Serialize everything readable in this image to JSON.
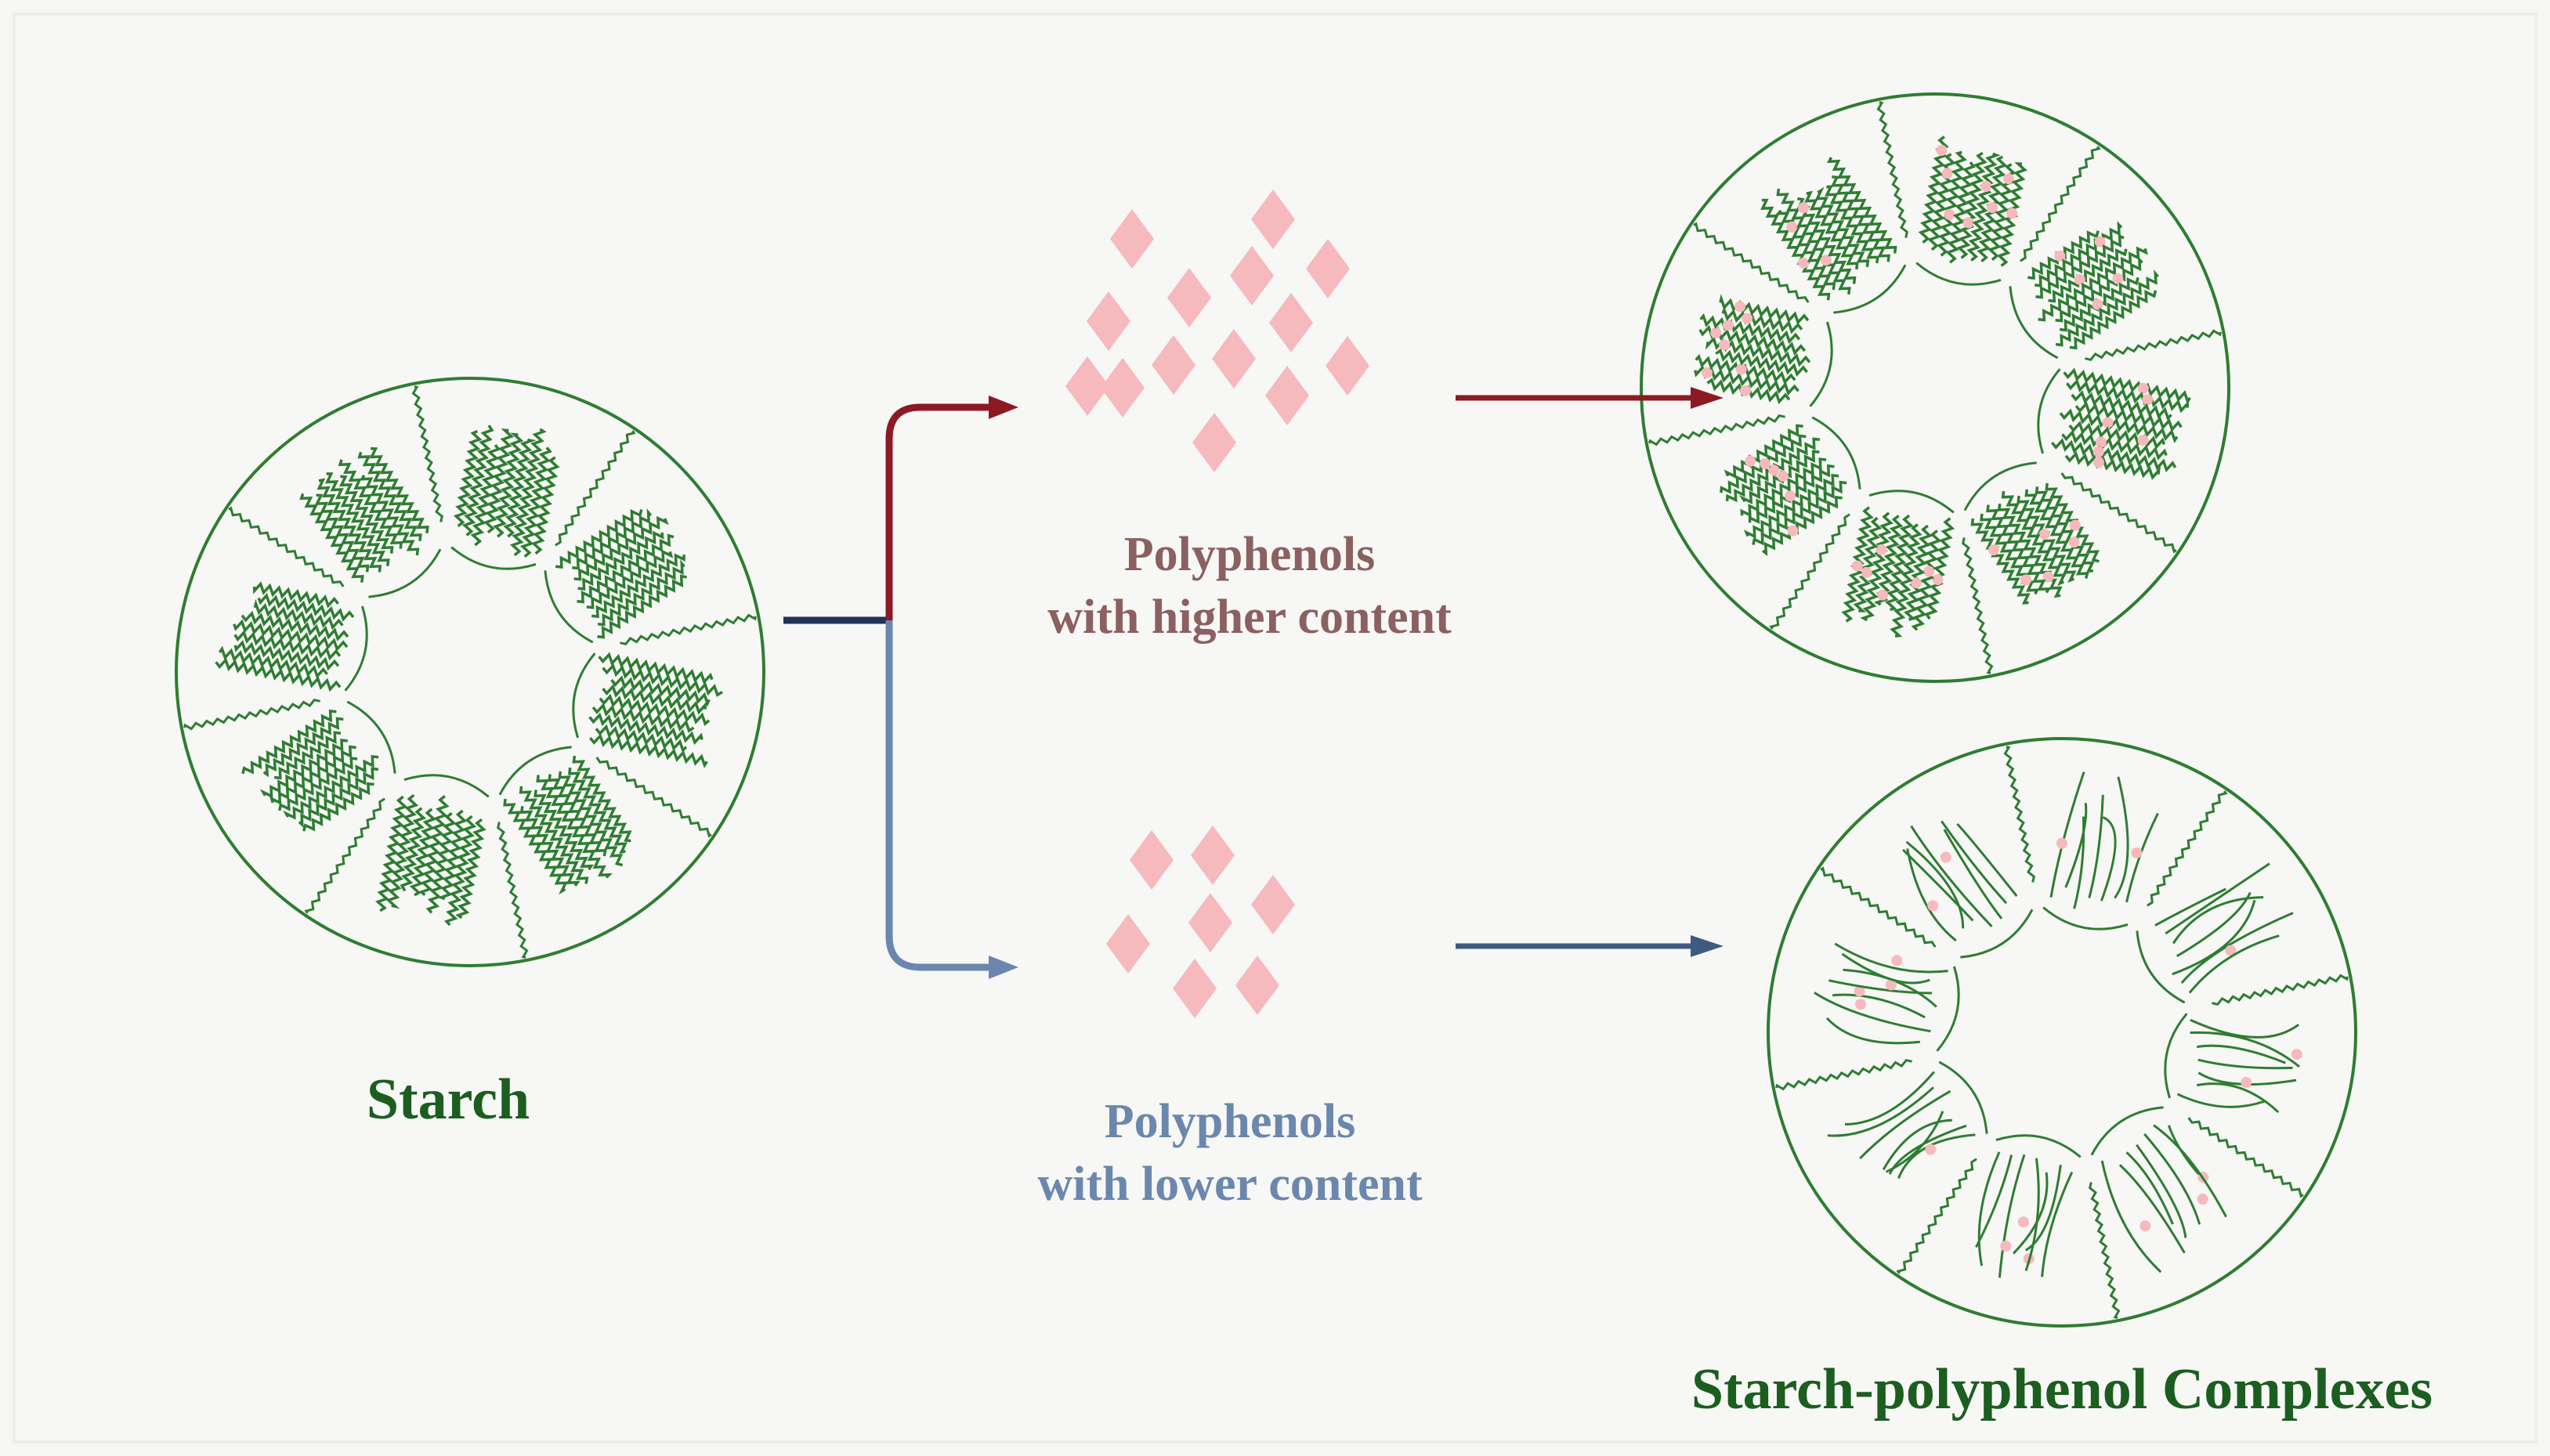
{
  "labels": {
    "starch": "Starch",
    "high_line1": "Polyphenols",
    "high_line2": "with higher content",
    "low_line1": "Polyphenols",
    "low_line2": "with lower content",
    "complexes": "Starch-polyphenol Complexes"
  },
  "colors": {
    "starch_green": "#2e7d32",
    "label_green": "#1b5e20",
    "polyphenol_pink": "#f6b9bd",
    "high_arrow": "#8b1a24",
    "low_arrow": "#6b87ad",
    "low_arrow_line": "#3f5a80",
    "source_line": "#1f3358",
    "high_text": "#8b6060",
    "low_text": "#6b87ad"
  }
}
